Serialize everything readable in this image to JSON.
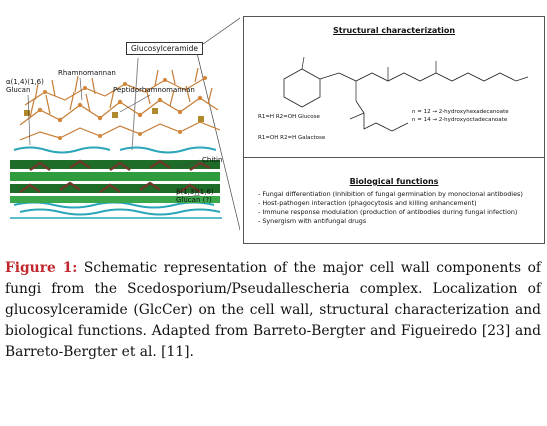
{
  "figure": {
    "diagram_labels": {
      "glucosylceramide": "Glucosylceramide",
      "alpha_glucan": "α(1,4)(1,6)\nGlucan",
      "rhamnomannan": "Rhamnomannan",
      "peptidorhamnomannan": "Peptidorhamnomannan",
      "chitin": "Chitin",
      "beta_glucan": "β(1,3)(1,6)\nGlucan (?)"
    },
    "structural": {
      "title": "Structural characterization",
      "glucose_label": "R1=H  R2=OH  Glucose",
      "galactose_label": "R1=OH  R2=H  Galactose",
      "chain_note_1": "n = 12 → 2-hydroxyhexadecanoate",
      "chain_note_2": "n = 14 → 2-hydroxyoctadecanoate"
    },
    "biological": {
      "title": "Biological functions",
      "items": [
        "Fungal differentiation (Inhibition of fungal germination by monoclonal antibodies)",
        "Host-pathogen interaction (phagocytosis and killing enhancement)",
        "Immune response modulation (production of antibodies during fungal infection)",
        "Synergism with antifungal drugs"
      ]
    }
  },
  "caption": {
    "lead": "Figure 1:",
    "text": " Schematic representation of the major cell wall components of fungi from the Scedosporium/Pseudallescheria complex. Localization of glucosylceramide (GlcCer) on the cell wall, structural characterization and biological functions. Adapted from Barreto-Bergter and Figueiredo [23] and Barreto-Bergter et al. [11]."
  },
  "colors": {
    "green": "#2e9b3c",
    "dark_green": "#1f6b28",
    "teal": "#2aa6b8",
    "brown": "#6b3a2a",
    "orange": "#d2863a",
    "caption_lead": "#c1272d"
  }
}
